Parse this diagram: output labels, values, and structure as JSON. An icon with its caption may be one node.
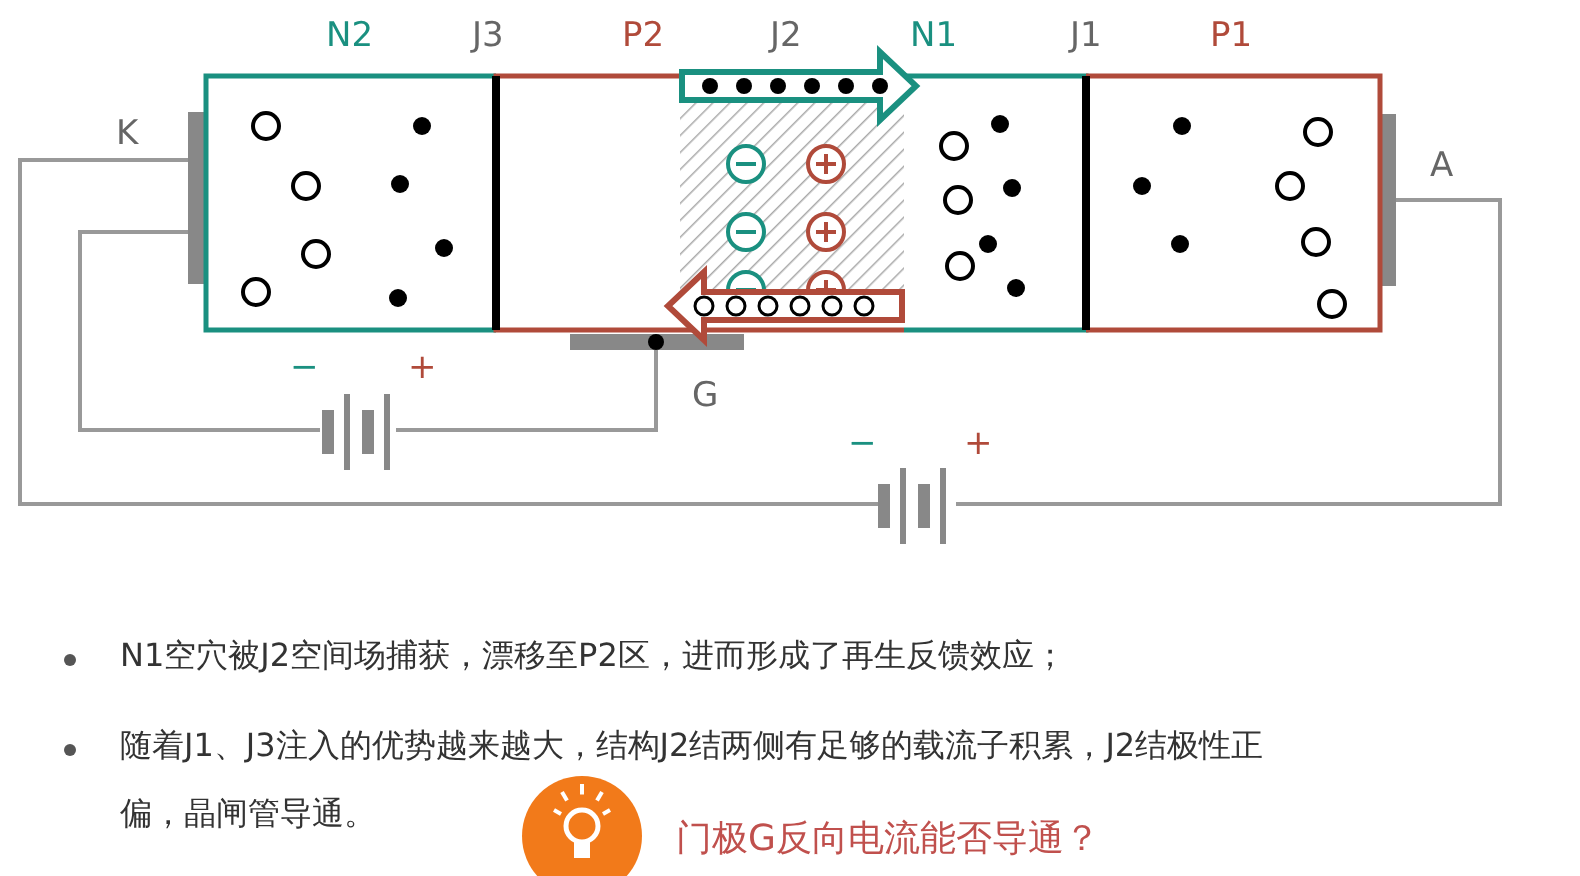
{
  "diagram": {
    "labels": [
      "N2",
      "J3",
      "P2",
      "J2",
      "N1",
      "J1",
      "P1",
      "K",
      "A",
      "−",
      "+",
      "G",
      "−",
      "+",
      "N1空穴被J2空间场捕获，漂移至P2区，进而形成了再生反馈效应；",
      "随着J1、J3注入的优势越来越大，结构J2结两侧有足够的载流子积累，J2结极性正偏，晶闸管导通。",
      "门极G反向电流能否导通？"
    ]
  }
}
